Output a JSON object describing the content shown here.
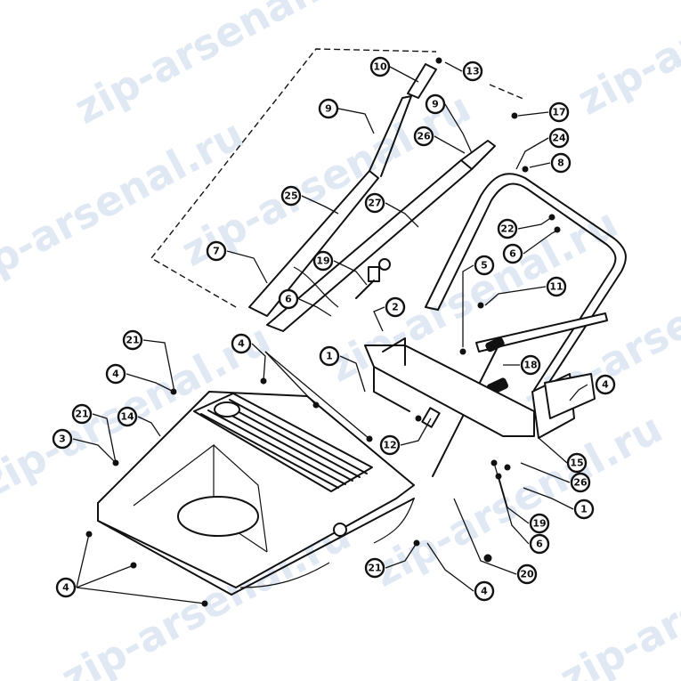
{
  "watermark": {
    "text": "zip-arsenal.ru",
    "color": "#b9cde6"
  },
  "callouts": [
    {
      "label": "10"
    },
    {
      "label": "13"
    },
    {
      "label": "9"
    },
    {
      "label": "9"
    },
    {
      "label": "17"
    },
    {
      "label": "26"
    },
    {
      "label": "24"
    },
    {
      "label": "8"
    },
    {
      "label": "25"
    },
    {
      "label": "27"
    },
    {
      "label": "22"
    },
    {
      "label": "6"
    },
    {
      "label": "7"
    },
    {
      "label": "19"
    },
    {
      "label": "5"
    },
    {
      "label": "11"
    },
    {
      "label": "6"
    },
    {
      "label": "2"
    },
    {
      "label": "1"
    },
    {
      "label": "18"
    },
    {
      "label": "21"
    },
    {
      "label": "4"
    },
    {
      "label": "4"
    },
    {
      "label": "4"
    },
    {
      "label": "21"
    },
    {
      "label": "14"
    },
    {
      "label": "3"
    },
    {
      "label": "12"
    },
    {
      "label": "15"
    },
    {
      "label": "26"
    },
    {
      "label": "1"
    },
    {
      "label": "19"
    },
    {
      "label": "6"
    },
    {
      "label": "20"
    },
    {
      "label": "21"
    },
    {
      "label": "4"
    },
    {
      "label": "4"
    }
  ]
}
